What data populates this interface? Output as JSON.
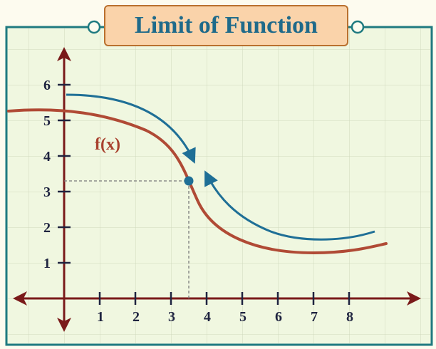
{
  "title": "Limit of Function",
  "function_label": "f(x)",
  "colors": {
    "background": "#f0f7e0",
    "frame": "#1f7a80",
    "curve": "#b04a35",
    "approach_arrows": "#1f6f96",
    "axes": "#7a1a1a",
    "title_fill": "#fad3aa",
    "title_text": "#1f6a8a"
  },
  "axes": {
    "x_ticks": [
      1,
      2,
      3,
      4,
      5,
      6,
      7,
      8
    ],
    "y_ticks": [
      1,
      2,
      3,
      4,
      5,
      6
    ],
    "x_tick_labels": [
      "1",
      "2",
      "3",
      "4",
      "5",
      "6",
      "7",
      "8"
    ],
    "y_tick_labels": [
      "1",
      "2",
      "3",
      "4",
      "5",
      "6"
    ]
  },
  "limit_point": {
    "x": 3.5,
    "y": 3.3
  }
}
